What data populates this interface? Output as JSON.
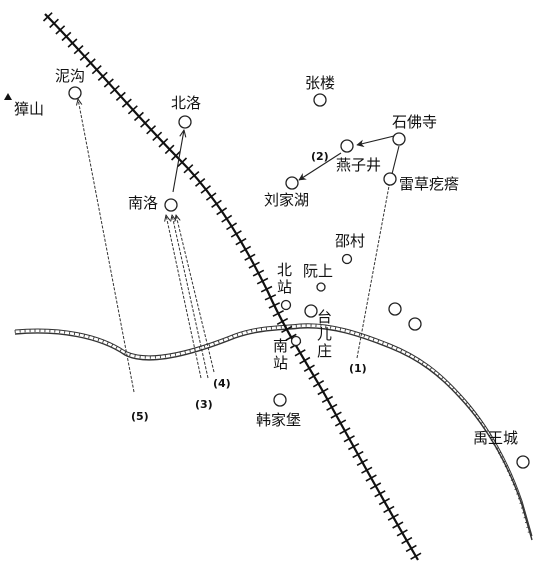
{
  "places": [
    {
      "id": "zhangshan",
      "name": "獐山",
      "kind": "mountain"
    },
    {
      "id": "nigou",
      "name": "泥沟",
      "kind": "town"
    },
    {
      "id": "zhanglou",
      "name": "张楼",
      "kind": "town"
    },
    {
      "id": "beiluo",
      "name": "北洛",
      "kind": "town"
    },
    {
      "id": "shifosi",
      "name": "石佛寺",
      "kind": "town"
    },
    {
      "id": "yanzijing",
      "name": "燕子井",
      "kind": "town"
    },
    {
      "id": "leicao",
      "name": "雷草疙瘩",
      "kind": "town"
    },
    {
      "id": "liujiahu",
      "name": "刘家湖",
      "kind": "town"
    },
    {
      "id": "nanluo",
      "name": "南洛",
      "kind": "town"
    },
    {
      "id": "shaocun",
      "name": "邵村",
      "kind": "town"
    },
    {
      "id": "beizhan",
      "name": "北站",
      "kind": "station"
    },
    {
      "id": "ruanshang",
      "name": "阮上",
      "kind": "town"
    },
    {
      "id": "taierzhuang",
      "name": "台儿庄",
      "kind": "town"
    },
    {
      "id": "nanzhan",
      "name": "南站",
      "kind": "station"
    },
    {
      "id": "hanjiabao",
      "name": "韩家堡",
      "kind": "town"
    },
    {
      "id": "yuwangcheng",
      "name": "禹王城",
      "kind": "town"
    },
    {
      "id": "east1",
      "name": "",
      "kind": "town"
    },
    {
      "id": "east2",
      "name": "",
      "kind": "town"
    }
  ],
  "routes": [
    {
      "id": "route-1",
      "label": "(1)"
    },
    {
      "id": "route-2",
      "label": "(2)"
    },
    {
      "id": "route-3",
      "label": "(3)"
    },
    {
      "id": "route-4",
      "label": "(4)"
    },
    {
      "id": "route-5",
      "label": "(5)"
    }
  ]
}
